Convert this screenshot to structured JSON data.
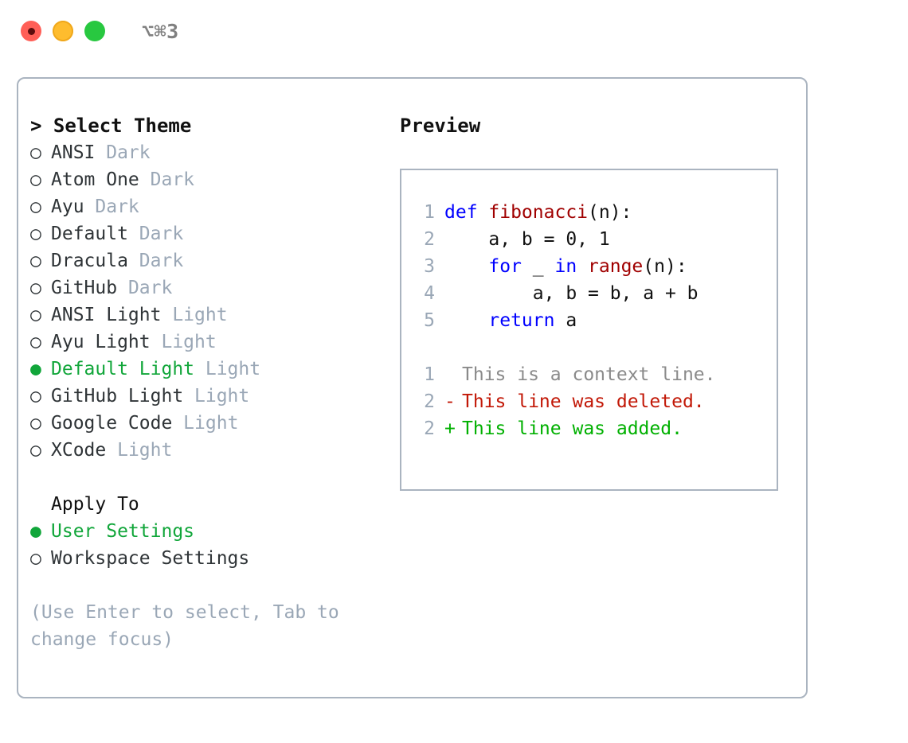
{
  "titlebar": {
    "shortcut": "⌥⌘3",
    "lights": [
      {
        "name": "close",
        "color": "#ff5f57"
      },
      {
        "name": "minimize",
        "color": "#febc2e"
      },
      {
        "name": "maximize",
        "color": "#28c840"
      }
    ]
  },
  "theme_picker": {
    "header": "> Select Theme",
    "bullet_selected": "●",
    "bullet_unselected": "○",
    "items": [
      {
        "label": "ANSI",
        "suffix": "Dark",
        "selected": false
      },
      {
        "label": "Atom One",
        "suffix": "Dark",
        "selected": false
      },
      {
        "label": "Ayu",
        "suffix": "Dark",
        "selected": false
      },
      {
        "label": "Default",
        "suffix": "Dark",
        "selected": false
      },
      {
        "label": "Dracula",
        "suffix": "Dark",
        "selected": false
      },
      {
        "label": "GitHub",
        "suffix": "Dark",
        "selected": false
      },
      {
        "label": "ANSI Light",
        "suffix": "Light",
        "selected": false
      },
      {
        "label": "Ayu Light",
        "suffix": "Light",
        "selected": false
      },
      {
        "label": "Default Light",
        "suffix": "Light",
        "selected": true
      },
      {
        "label": "GitHub Light",
        "suffix": "Light",
        "selected": false
      },
      {
        "label": "Google Code",
        "suffix": "Light",
        "selected": false
      },
      {
        "label": "XCode",
        "suffix": "Light",
        "selected": false
      }
    ]
  },
  "apply_to": {
    "header": "Apply To",
    "items": [
      {
        "label": "User Settings",
        "selected": true
      },
      {
        "label": "Workspace Settings",
        "selected": false
      }
    ]
  },
  "hint": "(Use Enter to select, Tab to change focus)",
  "preview": {
    "title": "Preview",
    "code_lines": [
      {
        "num": "1",
        "tokens": [
          {
            "text": "def ",
            "kind": "kw"
          },
          {
            "text": "fibonacci",
            "kind": "fn"
          },
          {
            "text": "(n):",
            "kind": "plain"
          }
        ]
      },
      {
        "num": "2",
        "tokens": [
          {
            "text": "    a, b = 0, 1",
            "kind": "plain"
          }
        ]
      },
      {
        "num": "3",
        "tokens": [
          {
            "text": "    ",
            "kind": "plain"
          },
          {
            "text": "for",
            "kind": "kw"
          },
          {
            "text": " _ ",
            "kind": "plain"
          },
          {
            "text": "in",
            "kind": "kw"
          },
          {
            "text": " ",
            "kind": "plain"
          },
          {
            "text": "range",
            "kind": "fn"
          },
          {
            "text": "(n):",
            "kind": "plain"
          }
        ]
      },
      {
        "num": "4",
        "tokens": [
          {
            "text": "        a, b = b, a + b",
            "kind": "plain"
          }
        ]
      },
      {
        "num": "5",
        "tokens": [
          {
            "text": "    ",
            "kind": "plain"
          },
          {
            "text": "return",
            "kind": "kw"
          },
          {
            "text": " a",
            "kind": "plain"
          }
        ]
      }
    ],
    "diff_lines": [
      {
        "num": "1",
        "mark": " ",
        "text": "This is a context line.",
        "kind": "ctx"
      },
      {
        "num": "2",
        "mark": "-",
        "text": "This line was deleted.",
        "kind": "del"
      },
      {
        "num": "2",
        "mark": "+",
        "text": "This line was added.",
        "kind": "add"
      }
    ]
  },
  "colors": {
    "accent_green": "#11a63a",
    "muted": "#9aa7b6",
    "border": "#aab4c0",
    "keyword_blue": "#0000ff",
    "function_red": "#a00000",
    "diff_added": "#00b000",
    "diff_deleted": "#c21807"
  }
}
